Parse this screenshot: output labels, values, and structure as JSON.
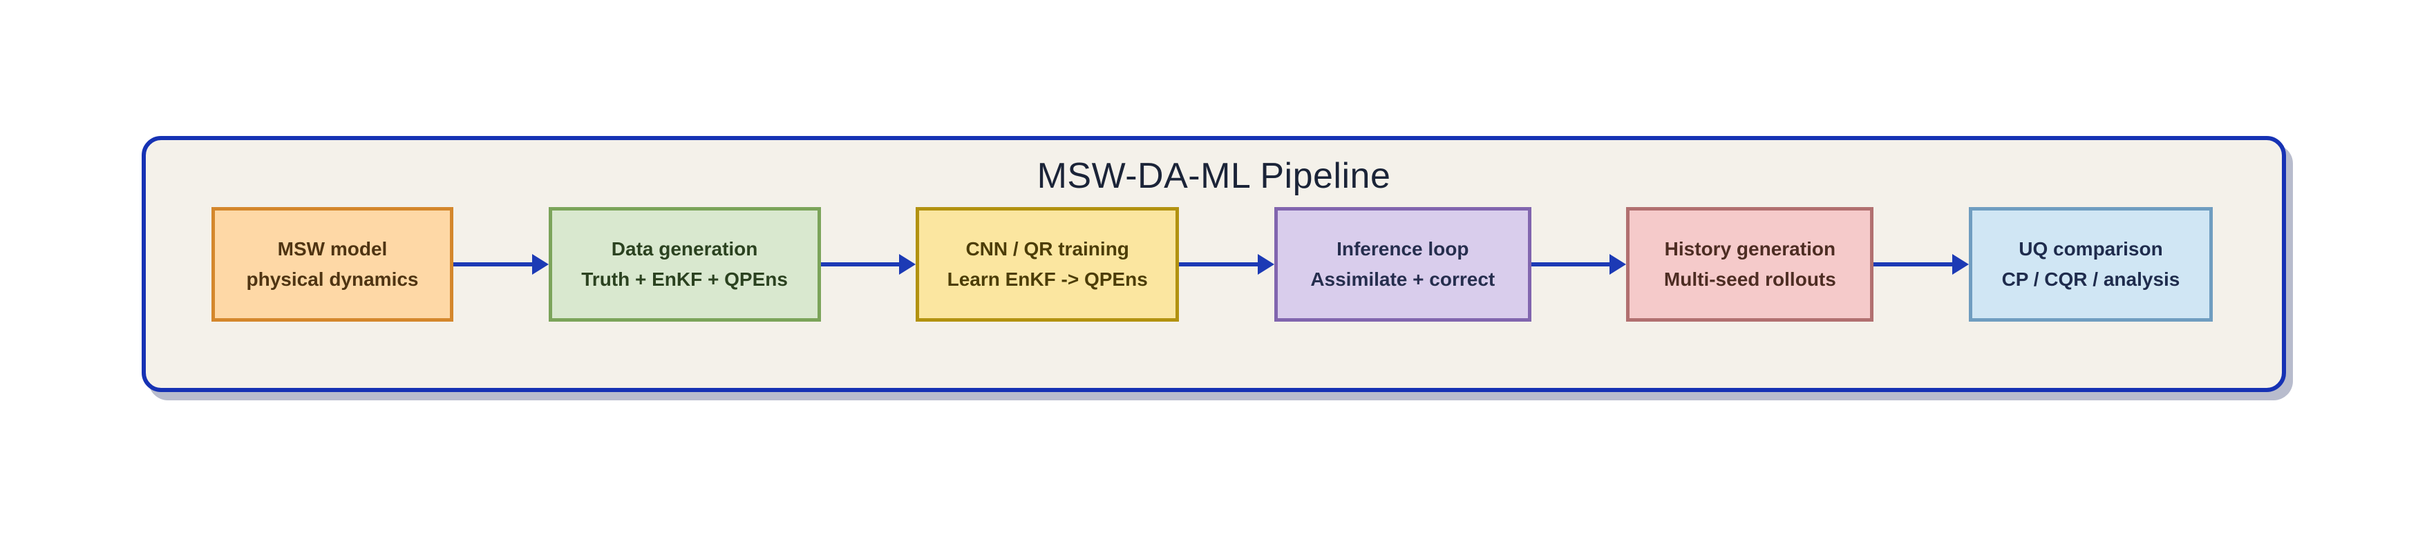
{
  "diagram": {
    "title": "MSW-DA-ML Pipeline",
    "container": {
      "fill": "#f4f1ea",
      "border_color": "#1632b4",
      "shadow_color": "#b8bccd"
    },
    "arrow_color": "#1c3ab5",
    "title_color": "#1b2438",
    "nodes": [
      {
        "id": "msw-model",
        "line1": "MSW model",
        "line2": "physical dynamics",
        "fill": "#fed8a6",
        "border": "#d4872c",
        "text_color": "#4f3412"
      },
      {
        "id": "data-generation",
        "line1": "Data generation",
        "line2": "Truth + EnKF + QPEns",
        "fill": "#d9e8cf",
        "border": "#7ba45a",
        "text_color": "#2b4220"
      },
      {
        "id": "cnn-qr-training",
        "line1": "CNN / QR training",
        "line2": "Learn EnKF -> QPEns",
        "fill": "#fbe6a0",
        "border": "#b29210",
        "text_color": "#4c3d07"
      },
      {
        "id": "inference-loop",
        "line1": "Inference loop",
        "line2": "Assimilate + correct",
        "fill": "#d9cdec",
        "border": "#8165ae",
        "text_color": "#262e4e"
      },
      {
        "id": "history-generation",
        "line1": "History generation",
        "line2": "Multi-seed rollouts",
        "fill": "#f5caca",
        "border": "#b17070",
        "text_color": "#4d2d23"
      },
      {
        "id": "uq-comparison",
        "line1": "UQ comparison",
        "line2": "CP / CQR / analysis",
        "fill": "#d0e6f4",
        "border": "#6f9dc0",
        "text_color": "#1f2c4d"
      }
    ]
  }
}
